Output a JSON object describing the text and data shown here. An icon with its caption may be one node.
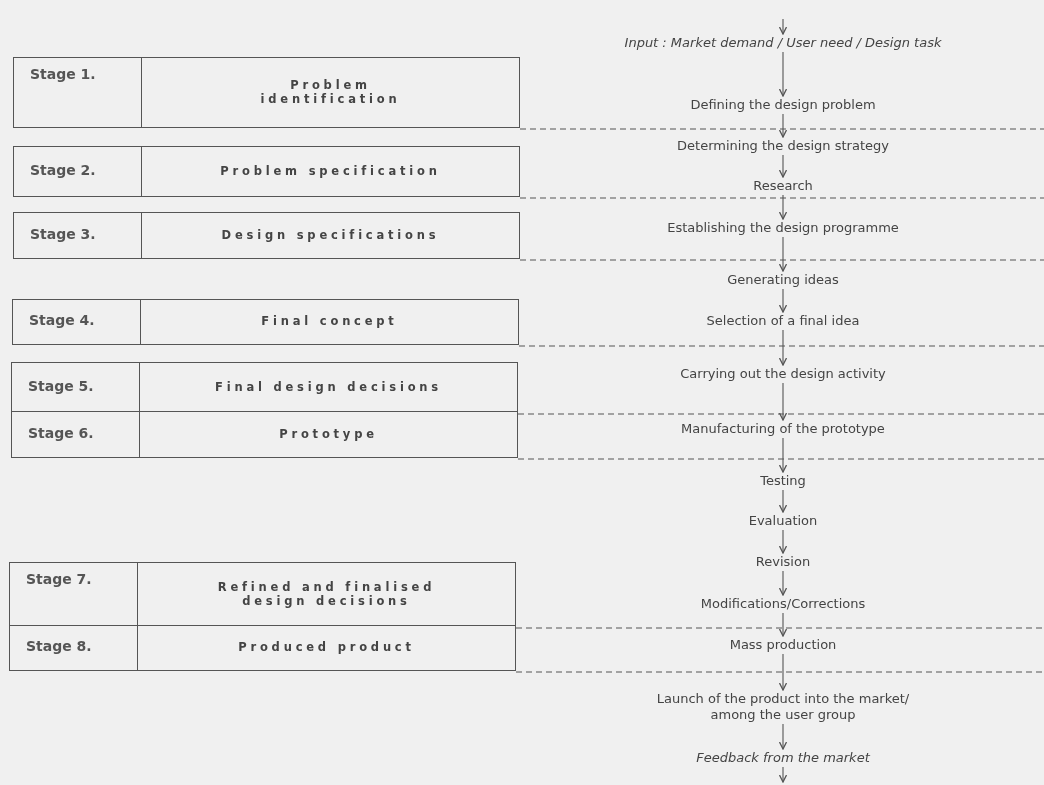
{
  "diagram": {
    "nodes": [
      {
        "text": [
          "Stage 1.",
          "Problem identification"
        ]
      },
      {
        "text": [
          "Stage 2.",
          "Problem specification"
        ]
      },
      {
        "text": [
          "Stage 3.",
          "Design specifications"
        ]
      },
      {
        "text": [
          "Stage 4.",
          "Final concept"
        ]
      },
      {
        "text": [
          "Stage 5.",
          "Final design decisions"
        ]
      },
      {
        "text": [
          "Stage 6.",
          "Prototype"
        ]
      },
      {
        "text": [
          "Stage 7.",
          "Refined and finalised design decisions"
        ]
      },
      {
        "text": [
          "Stage 8.",
          "Produced product"
        ]
      },
      {
        "text": [
          "Input : Market demand / User need / Design task"
        ]
      },
      {
        "text": [
          "Defining the design problem"
        ]
      },
      {
        "text": [
          "Determining the design strategy"
        ]
      },
      {
        "text": [
          "Research"
        ]
      },
      {
        "text": [
          "Establishing the design programme"
        ]
      },
      {
        "text": [
          "Generating ideas"
        ]
      },
      {
        "text": [
          "Selection of a final idea"
        ]
      },
      {
        "text": [
          "Carrying out the design activity"
        ]
      },
      {
        "text": [
          "Manufacturing of the prototype"
        ]
      },
      {
        "text": [
          "Testing"
        ]
      },
      {
        "text": [
          "Evaluation"
        ]
      },
      {
        "text": [
          "Revision"
        ]
      },
      {
        "text": [
          "Modifications/Corrections"
        ]
      },
      {
        "text": [
          "Mass production"
        ]
      },
      {
        "text": [
          "Launch of the product into the market/ among the user group"
        ]
      },
      {
        "text": [
          "Feedback from the market"
        ]
      }
    ],
    "edges": [
      {
        "from": null,
        "to": 8,
        "arrow": "to"
      },
      {
        "from": 8,
        "to": 9,
        "arrow": "to"
      },
      {
        "from": 9,
        "to": 10,
        "arrow": "to"
      },
      {
        "from": 10,
        "to": 11,
        "arrow": "to"
      },
      {
        "from": 11,
        "to": 12,
        "arrow": "to"
      },
      {
        "from": 12,
        "to": 13,
        "arrow": "to"
      },
      {
        "from": 13,
        "to": 14,
        "arrow": "to"
      },
      {
        "from": 14,
        "to": 15,
        "arrow": "to"
      },
      {
        "from": 15,
        "to": 16,
        "arrow": "to"
      },
      {
        "from": 16,
        "to": 17,
        "arrow": "to"
      },
      {
        "from": 17,
        "to": 18,
        "arrow": "to"
      },
      {
        "from": 18,
        "to": 19,
        "arrow": "to"
      },
      {
        "from": 19,
        "to": 20,
        "arrow": "to"
      },
      {
        "from": 20,
        "to": 21,
        "arrow": "to"
      },
      {
        "from": 21,
        "to": 22,
        "arrow": "to"
      },
      {
        "from": 22,
        "to": 23,
        "arrow": "to"
      },
      {
        "from": 23,
        "to": null,
        "arrow": "to"
      }
    ]
  }
}
